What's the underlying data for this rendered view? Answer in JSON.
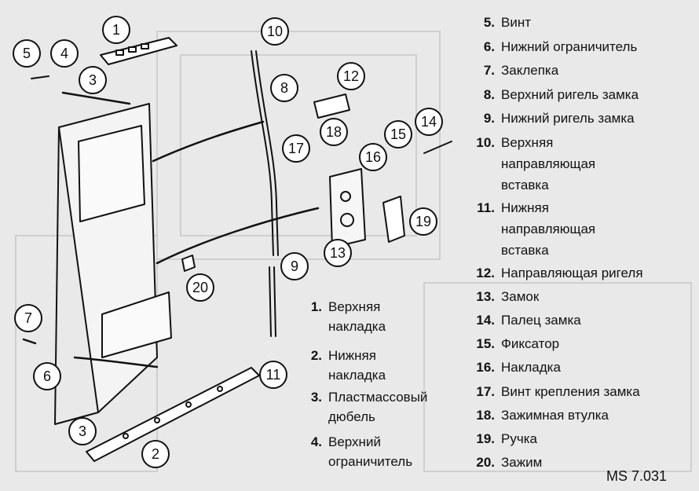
{
  "callouts": [
    "1",
    "2",
    "3",
    "3",
    "4",
    "5",
    "6",
    "7",
    "8",
    "9",
    "10",
    "11",
    "12",
    "13",
    "14",
    "15",
    "16",
    "17",
    "18",
    "19",
    "20"
  ],
  "legend": [
    {
      "num": "1.",
      "lines": [
        "Верхняя",
        "накладка"
      ]
    },
    {
      "num": "2.",
      "lines": [
        "Нижняя",
        "накладка"
      ]
    },
    {
      "num": "3.",
      "lines": [
        "Пластмассовый",
        "дюбель"
      ]
    },
    {
      "num": "4.",
      "lines": [
        "Верхний",
        "ограничитель"
      ]
    },
    {
      "num": "5.",
      "lines": [
        "Винт"
      ]
    },
    {
      "num": "6.",
      "lines": [
        "Нижний ограничитель"
      ]
    },
    {
      "num": "7.",
      "lines": [
        "Заклепка"
      ]
    },
    {
      "num": "8.",
      "lines": [
        "Верхний ригель замка"
      ]
    },
    {
      "num": "9.",
      "lines": [
        "Нижний ригель замка"
      ]
    },
    {
      "num": "10.",
      "lines": [
        "Верхняя",
        "направляющая",
        "вставка"
      ]
    },
    {
      "num": "11.",
      "lines": [
        "Нижняя",
        "направляющая",
        "вставка"
      ]
    },
    {
      "num": "12.",
      "lines": [
        "Направляющая ригеля"
      ]
    },
    {
      "num": "13.",
      "lines": [
        "Замок"
      ]
    },
    {
      "num": "14.",
      "lines": [
        "Палец замка"
      ]
    },
    {
      "num": "15.",
      "lines": [
        "Фиксатор"
      ]
    },
    {
      "num": "16.",
      "lines": [
        "Накладка"
      ]
    },
    {
      "num": "17.",
      "lines": [
        "Винт крепления замка"
      ]
    },
    {
      "num": "18.",
      "lines": [
        "Зажимная втулка"
      ]
    },
    {
      "num": "19.",
      "lines": [
        "Ручка"
      ]
    },
    {
      "num": "20.",
      "lines": [
        "Зажим"
      ]
    }
  ],
  "figure_code": "MS 7.031"
}
